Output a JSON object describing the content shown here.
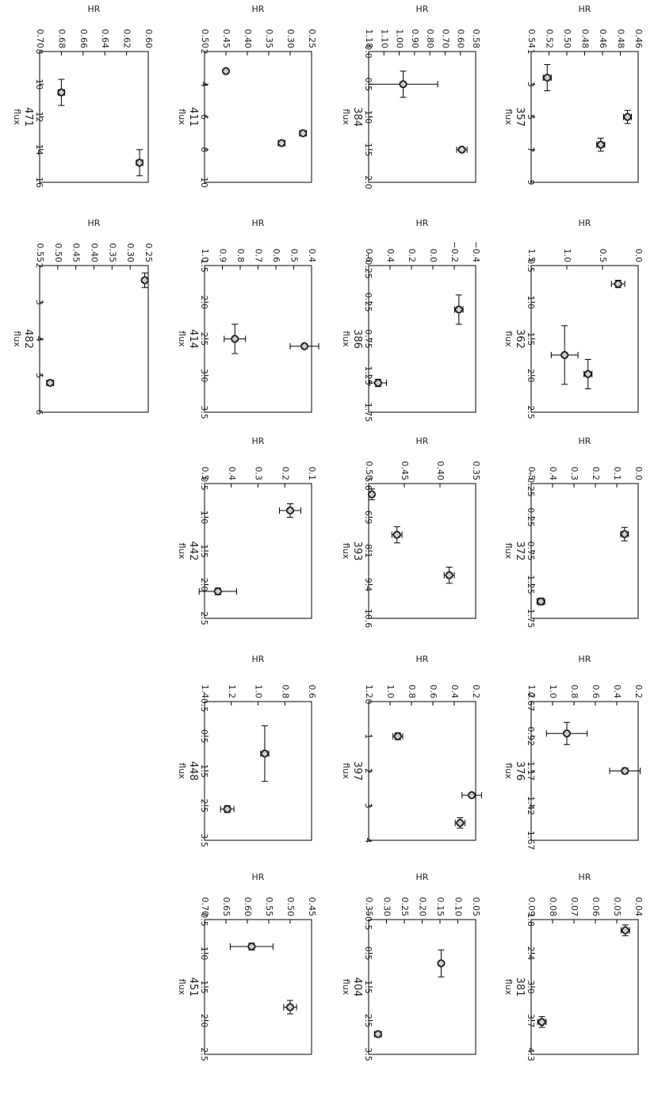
{
  "chart_data": [
    {
      "type": "scatter",
      "title": "357",
      "xlabel": "flux",
      "ylabel": "HR",
      "xticks": [
        "1",
        "3",
        "5",
        "7",
        "9"
      ],
      "yticks": [
        "0.46",
        "0.48",
        "0.46",
        "0.48",
        "0.50",
        "0.52",
        "0.54"
      ],
      "xlim": [
        1,
        9
      ],
      "ylim": [
        0.46,
        0.54
      ],
      "points": [
        {
          "x": 2.6,
          "y": 0.528,
          "xerr": 0.8,
          "yerr": 0.003
        },
        {
          "x": 5.0,
          "y": 0.468,
          "xerr": 0.4,
          "yerr": 0.003
        },
        {
          "x": 6.7,
          "y": 0.488,
          "xerr": 0.4,
          "yerr": 0.003
        }
      ]
    },
    {
      "type": "scatter",
      "title": "362",
      "xlabel": "flux",
      "ylabel": "HR",
      "xticks": [
        "0.5",
        "1.0",
        "1.5",
        "2.0",
        "2.5"
      ],
      "yticks": [
        "0.0",
        "0.5",
        "1.0",
        "1.5"
      ],
      "xlim": [
        0.5,
        2.5
      ],
      "ylim": [
        0,
        1.6
      ],
      "points": [
        {
          "x": 0.75,
          "y": 0.3,
          "xerr": 0.05,
          "yerr": 0.1
        },
        {
          "x": 1.72,
          "y": 1.1,
          "xerr": 0.4,
          "yerr": 0.2
        },
        {
          "x": 1.98,
          "y": 0.75,
          "xerr": 0.2,
          "yerr": 0.06
        }
      ]
    },
    {
      "type": "scatter",
      "title": "372",
      "xlabel": "flux",
      "ylabel": "HR",
      "xticks": [
        "−0.25",
        "0.25",
        "0.75",
        "1.25",
        "1.75"
      ],
      "yticks": [
        "0.0",
        "0.1",
        "0.2",
        "0.3",
        "0.4",
        "0.5"
      ],
      "xlim": [
        -0.25,
        1.75
      ],
      "ylim": [
        0,
        0.55
      ],
      "points": [
        {
          "x": 0.5,
          "y": 0.07,
          "xerr": 0.1,
          "yerr": 0.02
        },
        {
          "x": 1.5,
          "y": 0.5,
          "xerr": 0.05,
          "yerr": 0.02
        }
      ]
    },
    {
      "type": "scatter",
      "title": "376",
      "xlabel": "flux",
      "ylabel": "HR",
      "xticks": [
        "0.67",
        "0.92",
        "1.17",
        "1.42",
        "1.67"
      ],
      "yticks": [
        "0.2",
        "0.4",
        "0.6",
        "0.8",
        "1.0",
        "1.2"
      ],
      "xlim": [
        0.67,
        1.67
      ],
      "ylim": [
        0.2,
        1.25
      ],
      "points": [
        {
          "x": 0.9,
          "y": 0.9,
          "xerr": 0.08,
          "yerr": 0.2
        },
        {
          "x": 1.17,
          "y": 0.33,
          "xerr": 0.02,
          "yerr": 0.15
        }
      ]
    },
    {
      "type": "scatter",
      "title": "381",
      "xlabel": "flux",
      "ylabel": "HR",
      "xticks": [
        "1.8",
        "2.4",
        "3.0",
        "3.7",
        "4.3"
      ],
      "yticks": [
        "0.04",
        "0.05",
        "0.06",
        "0.07",
        "0.08",
        "0.09"
      ],
      "xlim": [
        1.8,
        4.3
      ],
      "ylim": [
        0.04,
        0.09
      ],
      "points": [
        {
          "x": 2.0,
          "y": 0.046,
          "xerr": 0.1,
          "yerr": 0.002
        },
        {
          "x": 3.7,
          "y": 0.085,
          "xerr": 0.1,
          "yerr": 0.002
        }
      ]
    },
    {
      "type": "scatter",
      "title": "384",
      "xlabel": "flux",
      "ylabel": "HR",
      "xticks": [
        "0.0",
        "0.5",
        "1.0",
        "1.5",
        "2.0"
      ],
      "yticks": [
        "0.58",
        "0.60",
        "0.70",
        "0.80",
        "0.90",
        "1.00",
        "1.10",
        "1.18"
      ],
      "xlim": [
        0,
        2
      ],
      "ylim": [
        0.58,
        1.2
      ],
      "points": [
        {
          "x": 0.5,
          "y": 1.0,
          "xerr": 0.2,
          "yerr": 0.2
        },
        {
          "x": 1.5,
          "y": 0.66,
          "xerr": 0.02,
          "yerr": 0.03
        }
      ]
    },
    {
      "type": "scatter",
      "title": "386",
      "xlabel": "flux",
      "ylabel": "HR",
      "xticks": [
        "−0.25",
        "0.25",
        "0.75",
        "1.25",
        "1.75"
      ],
      "yticks": [
        "−0.4",
        "−0.2",
        "0.0",
        "0.2",
        "0.4",
        "0.6"
      ],
      "xlim": [
        -0.25,
        1.75
      ],
      "ylim": [
        -0.4,
        0.62
      ],
      "points": [
        {
          "x": 0.35,
          "y": -0.24,
          "xerr": 0.2,
          "yerr": 0.04
        },
        {
          "x": 1.35,
          "y": 0.53,
          "xerr": 0.05,
          "yerr": 0.08
        }
      ]
    },
    {
      "type": "scatter",
      "title": "393",
      "xlabel": "flux",
      "ylabel": "HR",
      "xticks": [
        "5.6",
        "6.9",
        "8.1",
        "9.4",
        "10.6"
      ],
      "yticks": [
        "0.35",
        "0.40",
        "0.45",
        "0.50"
      ],
      "xlim": [
        5.6,
        10.6
      ],
      "ylim": [
        0.33,
        0.5
      ],
      "points": [
        {
          "x": 6.0,
          "y": 0.495,
          "xerr": 0.2,
          "yerr": 0.003
        },
        {
          "x": 7.5,
          "y": 0.455,
          "xerr": 0.3,
          "yerr": 0.008
        },
        {
          "x": 9.0,
          "y": 0.372,
          "xerr": 0.3,
          "yerr": 0.008
        }
      ]
    },
    {
      "type": "scatter",
      "title": "397",
      "xlabel": "flux",
      "ylabel": "HR",
      "xticks": [
        "0",
        "1",
        "2",
        "3",
        "4"
      ],
      "yticks": [
        "0.2",
        "0.4",
        "0.6",
        "0.8",
        "1.0",
        "1.2"
      ],
      "xlim": [
        0,
        4
      ],
      "ylim": [
        0.2,
        1.3
      ],
      "points": [
        {
          "x": 1.0,
          "y": 1.0,
          "xerr": 0.1,
          "yerr": 0.05
        },
        {
          "x": 2.7,
          "y": 0.24,
          "xerr": 0.05,
          "yerr": 0.1
        },
        {
          "x": 3.5,
          "y": 0.36,
          "xerr": 0.15,
          "yerr": 0.05
        }
      ]
    },
    {
      "type": "scatter",
      "title": "404",
      "xlabel": "flux",
      "ylabel": "HR",
      "xticks": [
        "−0.5",
        "0.5",
        "1.5",
        "2.5",
        "3.5"
      ],
      "yticks": [
        "0.05",
        "0.10",
        "0.15",
        "0.20",
        "0.25",
        "0.30",
        "0.35"
      ],
      "xlim": [
        -0.5,
        3.5
      ],
      "ylim": [
        0.05,
        0.36
      ],
      "points": [
        {
          "x": 0.8,
          "y": 0.15,
          "xerr": 0.4,
          "yerr": 0.005
        },
        {
          "x": 2.9,
          "y": 0.333,
          "xerr": 0.05,
          "yerr": 0.01
        }
      ]
    },
    {
      "type": "scatter",
      "title": "411",
      "xlabel": "flux",
      "ylabel": "HR",
      "xticks": [
        "2",
        "4",
        "6",
        "8",
        "10"
      ],
      "yticks": [
        "0.25",
        "0.30",
        "0.35",
        "0.40",
        "0.45",
        "0.50"
      ],
      "xlim": [
        2,
        10
      ],
      "ylim": [
        0.25,
        0.5
      ],
      "points": [
        {
          "x": 3.2,
          "y": 0.45,
          "xerr": 0.05,
          "yerr": 0.005
        },
        {
          "x": 7.0,
          "y": 0.27,
          "xerr": 0.1,
          "yerr": 0.008
        },
        {
          "x": 7.6,
          "y": 0.32,
          "xerr": 0.1,
          "yerr": 0.008
        }
      ]
    },
    {
      "type": "scatter",
      "title": "414",
      "xlabel": "flux",
      "ylabel": "HR",
      "xticks": [
        "1.5",
        "2.0",
        "2.5",
        "3.0",
        "3.5"
      ],
      "yticks": [
        "0.4",
        "0.5",
        "0.6",
        "0.7",
        "0.8",
        "0.9",
        "1.0"
      ],
      "xlim": [
        1.5,
        3.5
      ],
      "ylim": [
        0.4,
        1.0
      ],
      "points": [
        {
          "x": 2.5,
          "y": 0.83,
          "xerr": 0.2,
          "yerr": 0.06
        },
        {
          "x": 2.6,
          "y": 0.44,
          "xerr": 0.02,
          "yerr": 0.08
        }
      ]
    },
    {
      "type": "scatter",
      "title": "442",
      "xlabel": "flux",
      "ylabel": "HR",
      "xticks": [
        "0.5",
        "1.0",
        "1.5",
        "2.0",
        "2.5"
      ],
      "yticks": [
        "0.1",
        "0.2",
        "0.3",
        "0.4",
        "0.5"
      ],
      "xlim": [
        0.5,
        2.5
      ],
      "ylim": [
        0.1,
        0.5
      ],
      "points": [
        {
          "x": 0.9,
          "y": 0.18,
          "xerr": 0.1,
          "yerr": 0.04
        },
        {
          "x": 2.1,
          "y": 0.45,
          "xerr": 0.05,
          "yerr": 0.07
        }
      ]
    },
    {
      "type": "scatter",
      "title": "448",
      "xlabel": "flux",
      "ylabel": "HR",
      "xticks": [
        "−0.5",
        "0.5",
        "1.5",
        "2.5",
        "3.5"
      ],
      "yticks": [
        "0.6",
        "0.8",
        "1.0",
        "1.2",
        "1.4"
      ],
      "xlim": [
        -0.5,
        3.5
      ],
      "ylim": [
        0.6,
        1.4
      ],
      "points": [
        {
          "x": 1.0,
          "y": 0.95,
          "xerr": 0.8,
          "yerr": 0.03
        },
        {
          "x": 2.6,
          "y": 1.23,
          "xerr": 0.1,
          "yerr": 0.05
        }
      ]
    },
    {
      "type": "scatter",
      "title": "451",
      "xlabel": "flux",
      "ylabel": "HR",
      "xticks": [
        "0.5",
        "1.0",
        "1.5",
        "2.0",
        "2.5"
      ],
      "yticks": [
        "0.45",
        "0.50",
        "0.55",
        "0.60",
        "0.65",
        "0.70"
      ],
      "xlim": [
        0.5,
        2.5
      ],
      "ylim": [
        0.45,
        0.7
      ],
      "points": [
        {
          "x": 0.9,
          "y": 0.59,
          "xerr": 0.05,
          "yerr": 0.05
        },
        {
          "x": 1.8,
          "y": 0.5,
          "xerr": 0.1,
          "yerr": 0.015
        }
      ]
    },
    {
      "type": "scatter",
      "title": "471",
      "xlabel": "flux",
      "ylabel": "HR",
      "xticks": [
        "8",
        "10",
        "12",
        "14",
        "16"
      ],
      "yticks": [
        "0.60",
        "0.62",
        "0.64",
        "0.66",
        "0.68",
        "0.70"
      ],
      "xlim": [
        8,
        16
      ],
      "ylim": [
        0.6,
        0.7
      ],
      "points": [
        {
          "x": 10.5,
          "y": 0.68,
          "xerr": 0.8,
          "yerr": 0.003
        },
        {
          "x": 14.8,
          "y": 0.608,
          "xerr": 0.8,
          "yerr": 0.003
        }
      ]
    },
    {
      "type": "scatter",
      "title": "482",
      "xlabel": "flux",
      "ylabel": "HR",
      "xticks": [
        "2",
        "3",
        "4",
        "5",
        "6"
      ],
      "yticks": [
        "0.25",
        "0.30",
        "0.35",
        "0.40",
        "0.45",
        "0.50",
        "0.55"
      ],
      "xlim": [
        2,
        6
      ],
      "ylim": [
        0.25,
        0.56
      ],
      "points": [
        {
          "x": 2.4,
          "y": 0.26,
          "xerr": 0.2,
          "yerr": 0.005
        },
        {
          "x": 5.2,
          "y": 0.53,
          "xerr": 0.06,
          "yerr": 0.01
        }
      ]
    }
  ]
}
